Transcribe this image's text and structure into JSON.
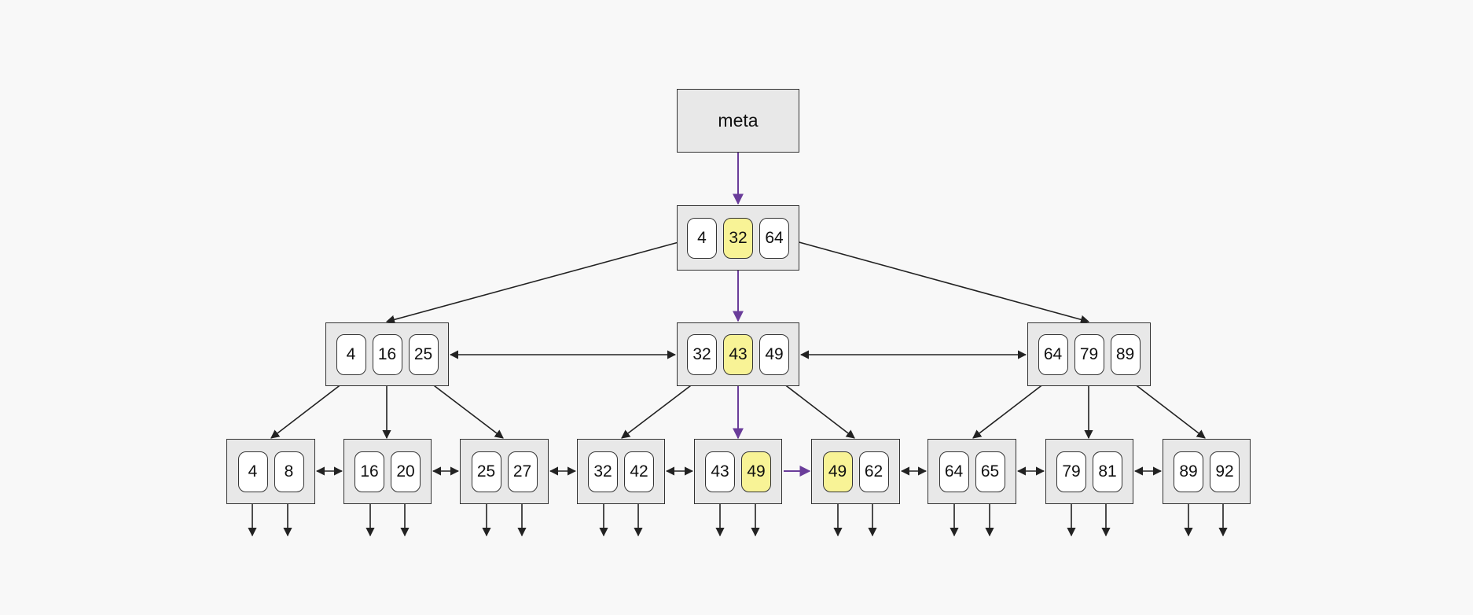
{
  "meta": {
    "label": "meta"
  },
  "colors": {
    "background": "#f8f8f8",
    "node_fill": "#e8e8e8",
    "key_fill": "#ffffff",
    "highlight": "#f8f396",
    "search_path": "#6a3d9a",
    "edge": "#222222"
  },
  "root": {
    "keys": [
      "4",
      "32",
      "64"
    ],
    "highlight": [
      1
    ]
  },
  "internal": [
    {
      "keys": [
        "4",
        "16",
        "25"
      ],
      "highlight": []
    },
    {
      "keys": [
        "32",
        "43",
        "49"
      ],
      "highlight": [
        1
      ]
    },
    {
      "keys": [
        "64",
        "79",
        "89"
      ],
      "highlight": []
    }
  ],
  "leaves": [
    {
      "keys": [
        "4",
        "8"
      ],
      "highlight": []
    },
    {
      "keys": [
        "16",
        "20"
      ],
      "highlight": []
    },
    {
      "keys": [
        "25",
        "27"
      ],
      "highlight": []
    },
    {
      "keys": [
        "32",
        "42"
      ],
      "highlight": []
    },
    {
      "keys": [
        "43",
        "49"
      ],
      "highlight": [
        1
      ]
    },
    {
      "keys": [
        "49",
        "62"
      ],
      "highlight": [
        0
      ]
    },
    {
      "keys": [
        "64",
        "65"
      ],
      "highlight": []
    },
    {
      "keys": [
        "79",
        "81"
      ],
      "highlight": []
    },
    {
      "keys": [
        "89",
        "92"
      ],
      "highlight": []
    }
  ]
}
